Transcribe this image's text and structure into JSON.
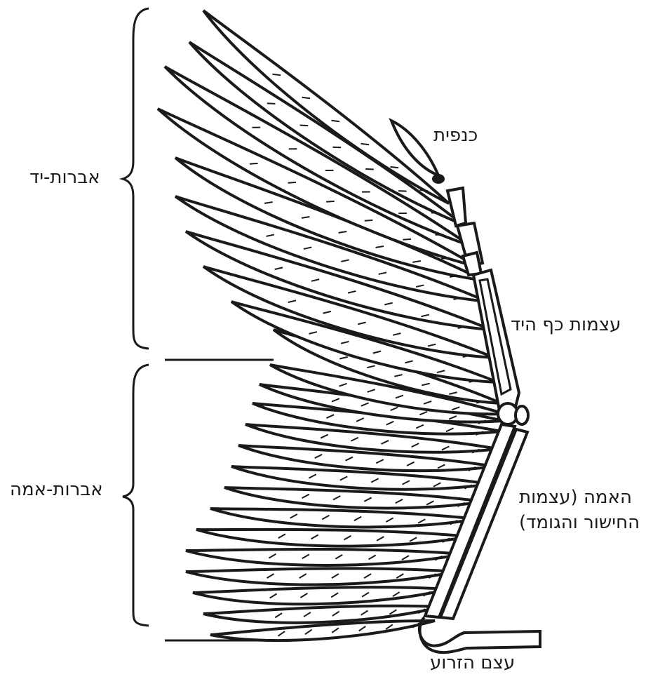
{
  "labels": {
    "alula": "כנפית",
    "primaries": "אברות-יד",
    "hand_bones": "עצמות כף היד",
    "secondaries": "אברות-אמה",
    "forearm_line1": "האמה (עצמות",
    "forearm_line2": "החישור והגומד)",
    "humerus": "עצם הזרוע"
  },
  "colors": {
    "ink": "#1a1a1a",
    "paper": "#ffffff"
  }
}
